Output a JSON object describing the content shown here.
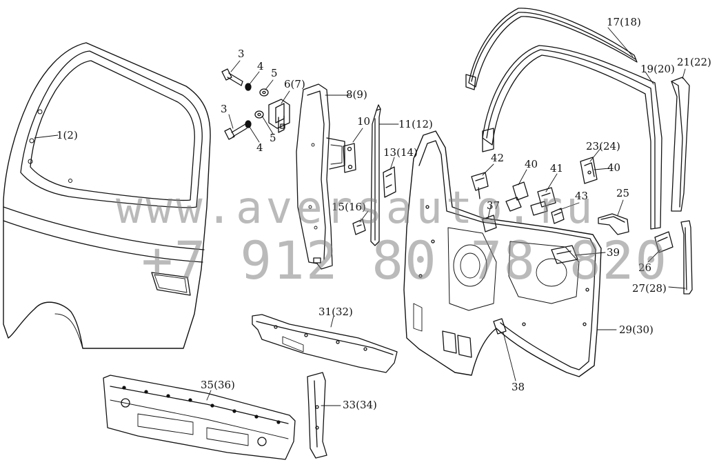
{
  "labels": {
    "l_1": "1(2)",
    "l_3a": "3",
    "l_4a": "4",
    "l_5a": "5",
    "l_6": "6(7)",
    "l_3b": "3",
    "l_4b": "4",
    "l_5b": "5",
    "l_8": "8(9)",
    "l_10": "10",
    "l_11": "11(12)",
    "l_13": "13(14)",
    "l_15": "15(16)",
    "l_17": "17(18)",
    "l_19": "19(20)",
    "l_21": "21(22)",
    "l_23": "23(24)",
    "l_40a": "40",
    "l_40b": "40",
    "l_41": "41",
    "l_42": "42",
    "l_43": "43",
    "l_25": "25",
    "l_37": "37",
    "l_39": "39",
    "l_26": "26",
    "l_27": "27(28)",
    "l_29": "29(30)",
    "l_31": "31(32)",
    "l_33": "33(34)",
    "l_35": "35(36)",
    "l_38": "38"
  },
  "watermark": {
    "site": "www.aversauto.ru",
    "phone": "+7 912 80 78 820"
  }
}
